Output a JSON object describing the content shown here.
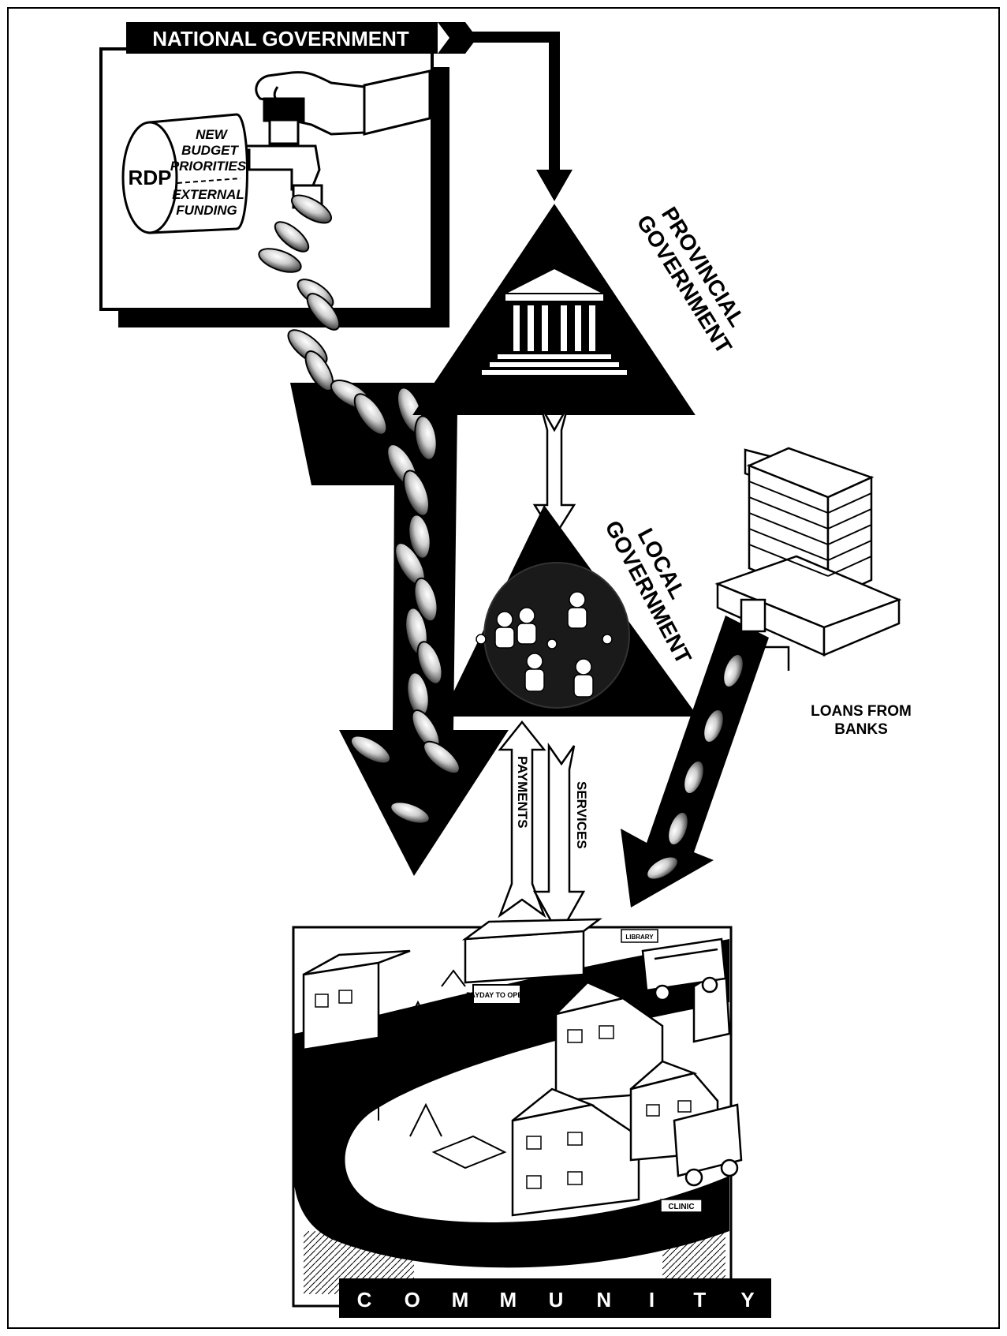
{
  "diagram": {
    "national": {
      "title": "NATIONAL GOVERNMENT"
    },
    "tap": {
      "tank_label": "RDP",
      "source_new_line1": "NEW",
      "source_new_line2": "BUDGET",
      "source_new_line3": "PRIORITIES",
      "source_ext_line1": "EXTERNAL",
      "source_ext_line2": "FUNDING"
    },
    "provincial": {
      "line1": "PROVINCIAL",
      "line2": "GOVERNMENT"
    },
    "local": {
      "line1": "LOCAL",
      "line2": "GOVERNMENT"
    },
    "banks": {
      "line1": "LOANS FROM",
      "line2": "BANKS"
    },
    "flows": {
      "payments": "PAYMENTS",
      "services": "SERVICES"
    },
    "community": {
      "letters": [
        "C",
        "O",
        "M",
        "M",
        "U",
        "N",
        "I",
        "T",
        "Y"
      ],
      "sign_payday": "PAYDAY TO OPEN",
      "sign_clinic": "CLINIC",
      "sign_library": "LIBRARY"
    },
    "colors": {
      "ink": "#000000",
      "paper": "#ffffff",
      "shade": "#555555"
    }
  }
}
